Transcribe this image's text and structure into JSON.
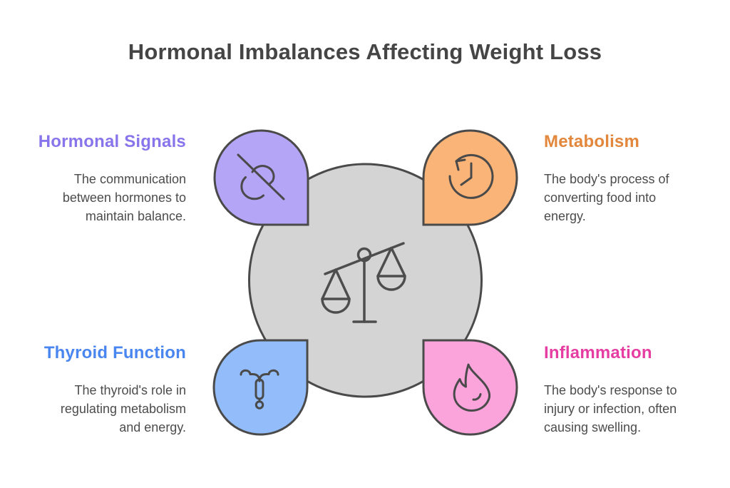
{
  "title": "Hormonal Imbalances Affecting Weight Loss",
  "colors": {
    "outline": "#4a4a4a",
    "center_circle_fill": "#d4d4d4",
    "background": "#ffffff",
    "body_text": "#4c4c4c",
    "title_text": "#454545"
  },
  "center": {
    "icon": "balance-scale-icon",
    "fill": "#d4d4d4"
  },
  "sections": {
    "hormonal_signals": {
      "heading": "Hormonal Signals",
      "description": "The communication\nbetween hormones to\nmaintain balance.",
      "heading_color": "#8875ec",
      "fill": "#b4a5f6",
      "icon": "crossed-hormone-icon",
      "position": "top-left"
    },
    "metabolism": {
      "heading": "Metabolism",
      "description": "The body's process of\nconverting food into\nenergy.",
      "heading_color": "#e2873b",
      "fill": "#fbb477",
      "icon": "history-clock-icon",
      "position": "top-right"
    },
    "thyroid_function": {
      "heading": "Thyroid Function",
      "description": "The thyroid's role in\nregulating metabolism\nand energy.",
      "heading_color": "#4a86f0",
      "fill": "#92bdfa",
      "icon": "thyroid-t-icon",
      "position": "bottom-left"
    },
    "inflammation": {
      "heading": "Inflammation",
      "description": "The body's response to\ninjury or infection, often\ncausing swelling.",
      "heading_color": "#e63da2",
      "fill": "#fba4dc",
      "icon": "flame-icon",
      "position": "bottom-right"
    }
  }
}
